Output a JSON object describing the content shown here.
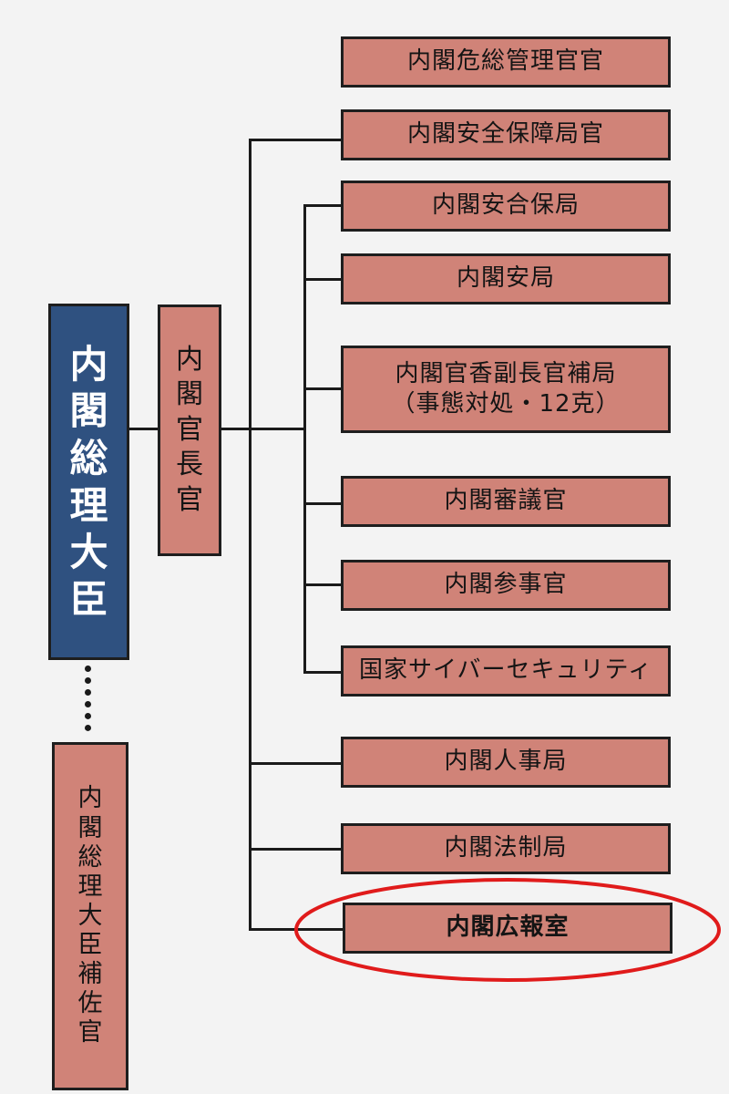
{
  "prime_minister": "内\n閣\n総\n理\n大\n臣",
  "chief_cabinet_secretary": "内\n閣\n官\n長\n官",
  "pm_assistant": "内\n閣\n総\n理\n大\n臣\n補\n佐\n官",
  "offices": [
    "内閣危総管理官官",
    "内閣安全保障局官",
    "内閣安合保局",
    "内閣安局",
    "内閣官香副長官補局\n（事態対処・12克）",
    "内閣審議官",
    "内閣参事官",
    "国家サイバーセキュリティ",
    "内閣人事局",
    "内閣法制局",
    "内閣広報室"
  ],
  "colors": {
    "prime_minister_box": "#2f5180",
    "office_box": "#d08378",
    "highlight_ellipse": "#e01b1b"
  }
}
